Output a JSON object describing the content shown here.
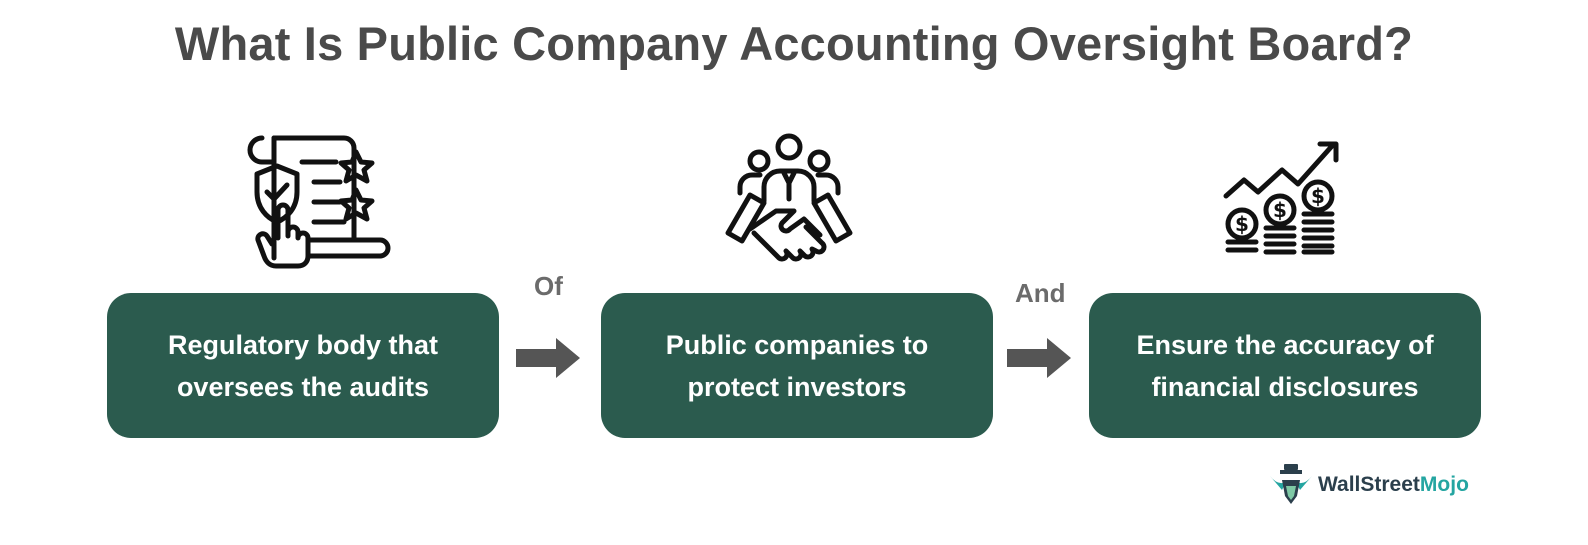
{
  "title": "What Is Public Company Accounting Oversight Board?",
  "steps": [
    {
      "icon": "certificate-shield-icon",
      "text": "Regulatory body that oversees the audits"
    },
    {
      "icon": "handshake-team-icon",
      "text": "Public companies to protect investors"
    },
    {
      "icon": "money-growth-icon",
      "text": "Ensure the accuracy of financial disclosures"
    }
  ],
  "connectors": [
    "Of",
    "And"
  ],
  "logo": {
    "part1": "WallStreet",
    "part2": "Mojo"
  },
  "colors": {
    "box": "#2b5b4e",
    "title": "#4a4a4a",
    "connector": "#6b6b6b",
    "arrow": "#555555",
    "logo_teal": "#24a5a1"
  }
}
